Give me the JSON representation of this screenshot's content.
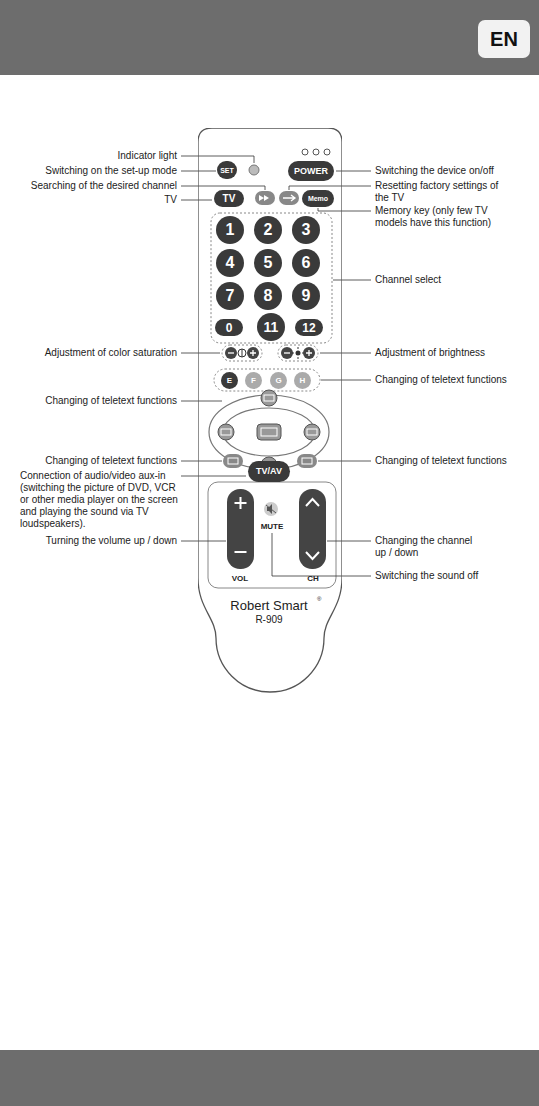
{
  "diagram": {
    "nodes": [
      {
        "text": [
          "EN"
        ]
      },
      {
        "text": [
          "MUTE",
          "VOL",
          "CH",
          "Robert Smart",
          "R-909"
        ]
      },
      {
        "text": [
          "SET"
        ],
        "in": 1
      },
      {
        "text": [
          "POWER"
        ],
        "in": 1
      },
      {
        "text": [
          "TV"
        ],
        "in": 1
      },
      {
        "text": [
          "Memo"
        ],
        "in": 1
      },
      {
        "text": [
          "1"
        ],
        "in": 1
      },
      {
        "text": [
          "2"
        ],
        "in": 1
      },
      {
        "text": [
          "3"
        ],
        "in": 1
      },
      {
        "text": [
          "4"
        ],
        "in": 1
      },
      {
        "text": [
          "5"
        ],
        "in": 1
      },
      {
        "text": [
          "6"
        ],
        "in": 1
      },
      {
        "text": [
          "7"
        ],
        "in": 1
      },
      {
        "text": [
          "8"
        ],
        "in": 1
      },
      {
        "text": [
          "9"
        ],
        "in": 1
      },
      {
        "text": [
          "0"
        ],
        "in": 1
      },
      {
        "text": [
          "11"
        ],
        "in": 1
      },
      {
        "text": [
          "12"
        ],
        "in": 1
      },
      {
        "text": [
          "E"
        ],
        "in": 1
      },
      {
        "text": [
          "F"
        ],
        "in": 1
      },
      {
        "text": [
          "G"
        ],
        "in": 1
      },
      {
        "text": [
          "H"
        ],
        "in": 1
      },
      {
        "text": [
          "TV/AV"
        ],
        "in": 1
      }
    ],
    "labels": [
      "Indicator light",
      "Switching on the set-up mode",
      "Searching of the desired channel",
      "TV",
      "Switching the device on/off",
      "Resetting factory settings of the TV",
      "Memory key (only few TV models have this function)",
      "Channel select",
      "Adjustment of color saturation",
      "Adjustment of brightness",
      "Changing of teletext functions",
      "Changing of teletext functions",
      "Changing of teletext functions",
      "Changing of teletext functions",
      "Connection of audio/video aux-in (switching the picture of DVD, VCR or other media player on the screen and playing the sound via TV loudspeakers).",
      "Turning the volume up / down",
      "Changing the channel up / down",
      "Switching the sound off",
      "®"
    ]
  }
}
